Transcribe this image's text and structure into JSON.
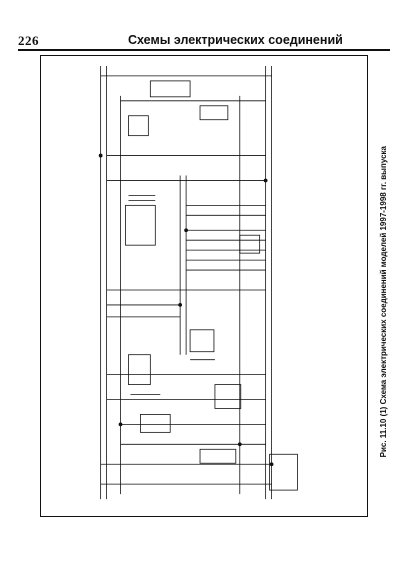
{
  "header": {
    "page_number": "226",
    "title": "Схемы электрических соединений"
  },
  "figure": {
    "caption": "Рис. 11.10 (1)  Схема электрических соединений моделей 1997-1998 гг. выпуска"
  },
  "colors": {
    "ink": "#111111",
    "paper": "#ffffff"
  }
}
